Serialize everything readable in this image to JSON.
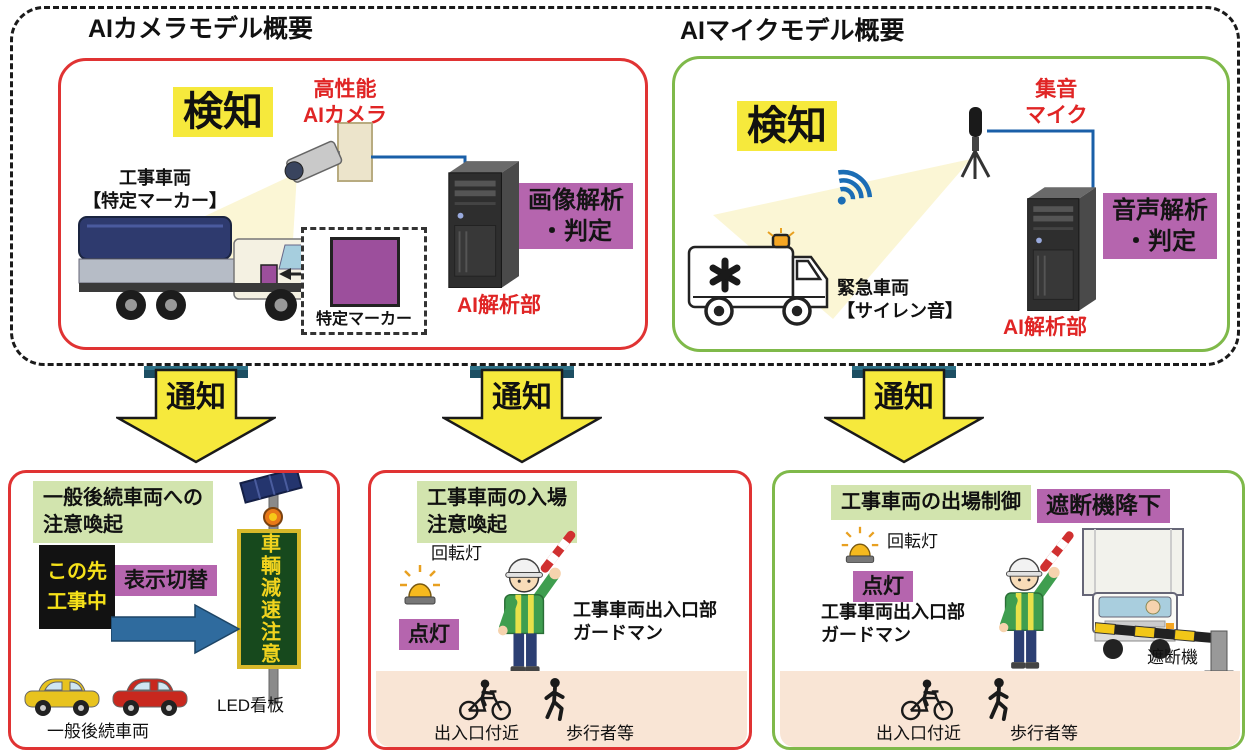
{
  "colors": {
    "camera_border": "#e03333",
    "mic_border": "#7fb94a",
    "highlight_yellow": "#f6e93c",
    "badge_purple": "#b565ae",
    "title_green": "#d2e4ae",
    "accent_red_text": "#e02525",
    "strip_peach": "#f9e5d5",
    "led_green": "#17491d",
    "led_text_yellow": "#f2d41e"
  },
  "camera_section": {
    "title": "AIカメラモデル概要",
    "detect": "検知",
    "camera": "高性能\nAIカメラ",
    "vehicle": "工事車両\n【特定マーカー】",
    "marker": "特定マーカー",
    "analysis": "画像解析\n・判定",
    "ai_unit": "AI解析部"
  },
  "mic_section": {
    "title": "AIマイクモデル概要",
    "detect": "検知",
    "mic": "集音\nマイク",
    "vehicle": "緊急車両\n【サイレン音】",
    "analysis": "音声解析\n・判定",
    "ai_unit": "AI解析部"
  },
  "notify": "通知",
  "panel_rear": {
    "title": "一般後続車両への\n注意喚起",
    "road_sign": "この先\n工事中",
    "switch": "表示切替",
    "led_text": "車輌減速注意",
    "led_caption": "LED看板",
    "cars_caption": "一般後続車両"
  },
  "panel_entry": {
    "title": "工事車両の入場\n注意喚起",
    "beacon": "回転灯",
    "lit": "点灯",
    "guard": "工事車両出入口部\nガードマン",
    "area": "出入口付近",
    "pedestrians": "歩行者等"
  },
  "panel_exit": {
    "title": "工事車両の出場制御",
    "barrier_down": "遮断機降下",
    "beacon": "回転灯",
    "lit": "点灯",
    "guard": "工事車両出入口部\nガードマン",
    "barrier": "遮断機",
    "area": "出入口付近",
    "pedestrians": "歩行者等"
  }
}
